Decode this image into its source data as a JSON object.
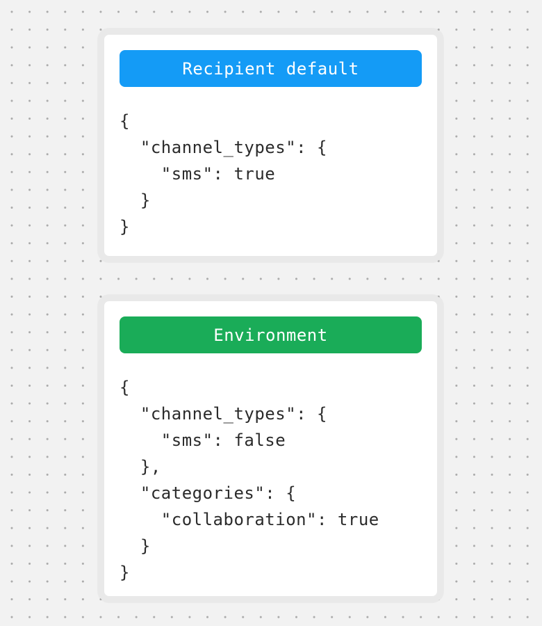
{
  "page": {
    "background_color": "#f2f2f2",
    "dot_color": "#ababab",
    "card_background": "#ffffff",
    "card_border_color": "#e9e9e9",
    "code_text_color": "#2b2b2b"
  },
  "cards": [
    {
      "id": "recipient-default",
      "header": {
        "label": "Recipient default",
        "color": "#149bf6",
        "text_color": "#ffffff"
      },
      "code_lines": [
        "{",
        "  \"channel_types\": {",
        "    \"sms\": true",
        "  }",
        "}"
      ]
    },
    {
      "id": "environment",
      "header": {
        "label": "Environment",
        "color": "#1aac58",
        "text_color": "#ffffff"
      },
      "code_lines": [
        "{",
        "  \"channel_types\": {",
        "    \"sms\": false",
        "  },",
        "  \"categories\": {",
        "    \"collaboration\": true",
        "  }",
        "}"
      ]
    }
  ]
}
